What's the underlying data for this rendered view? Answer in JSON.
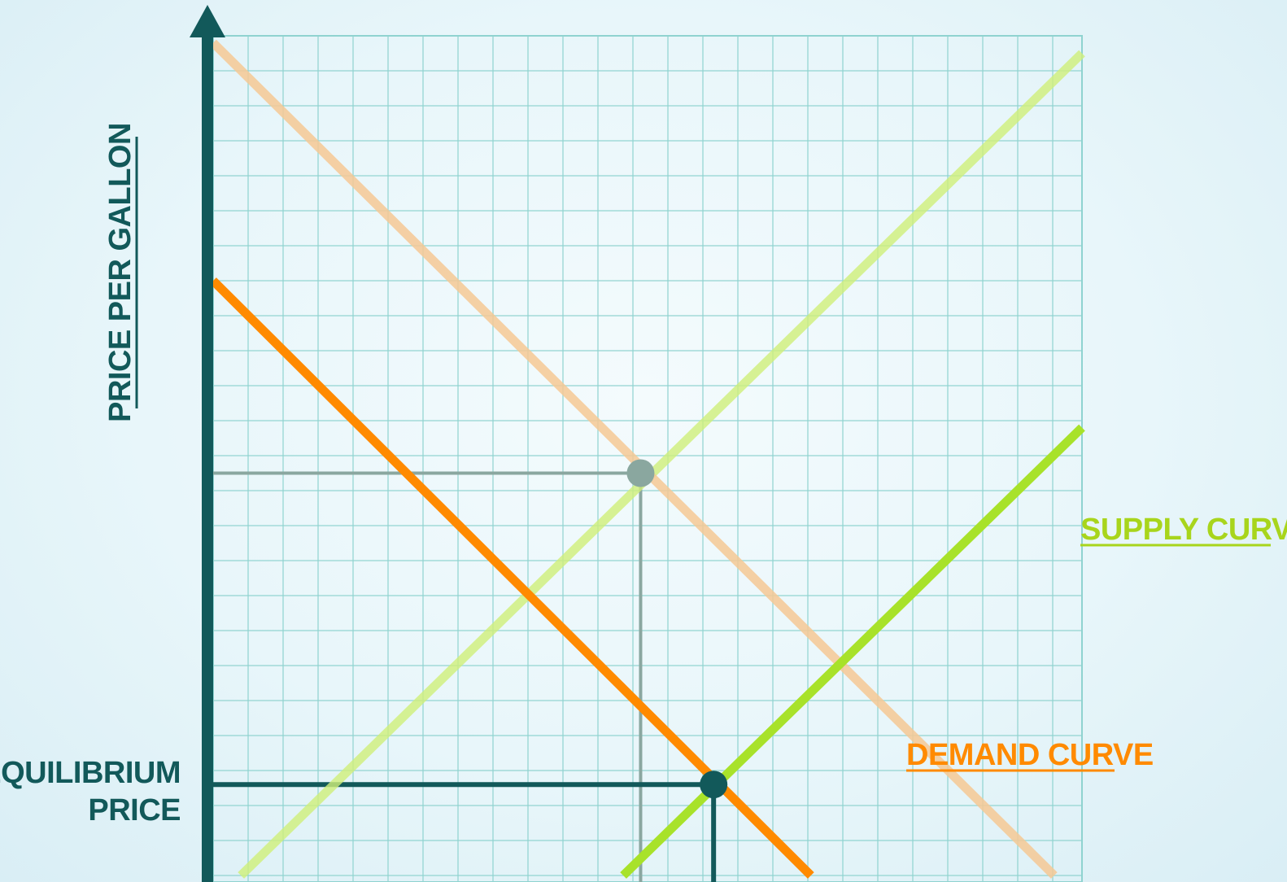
{
  "chart_data": {
    "type": "line",
    "title": "",
    "xlabel": "",
    "ylabel": "PRICE PER GALLON",
    "grid": true,
    "xlim": [
      0,
      25
    ],
    "ylim": [
      0,
      24
    ],
    "annotation": {
      "equilibrium_price_label": [
        "EQUILIBRIUM",
        "PRICE"
      ]
    },
    "series": [
      {
        "name": "SUPPLY CURVE",
        "role": "supply-shifted",
        "color": "#a8e22a",
        "opacity": 1.0,
        "x": [
          11.8,
          25
        ],
        "y": [
          0,
          12.8
        ]
      },
      {
        "name": "DEMAND CURVE",
        "role": "demand-shifted",
        "color": "#ff8a00",
        "opacity": 1.0,
        "x": [
          0,
          17.2
        ],
        "y": [
          17,
          0
        ]
      },
      {
        "name": "",
        "role": "supply-original",
        "color": "#d0f07a",
        "opacity": 0.8,
        "x": [
          0.8,
          25
        ],
        "y": [
          0,
          23.5
        ]
      },
      {
        "name": "",
        "role": "demand-original",
        "color": "#f6c995",
        "opacity": 0.85,
        "x": [
          0,
          24.2
        ],
        "y": [
          23.8,
          0
        ]
      }
    ],
    "points": [
      {
        "role": "old-equilibrium",
        "x": 12.3,
        "y": 11.5,
        "color": "#8aa79f"
      },
      {
        "role": "new-equilibrium",
        "x": 14.4,
        "y": 2.6,
        "color": "#12595a"
      }
    ],
    "colors": {
      "axis": "#12595a",
      "grid": "#8fd3d0",
      "supply_label": "#a8d51c",
      "demand_label": "#ff8a00",
      "text": "#12595a"
    }
  }
}
